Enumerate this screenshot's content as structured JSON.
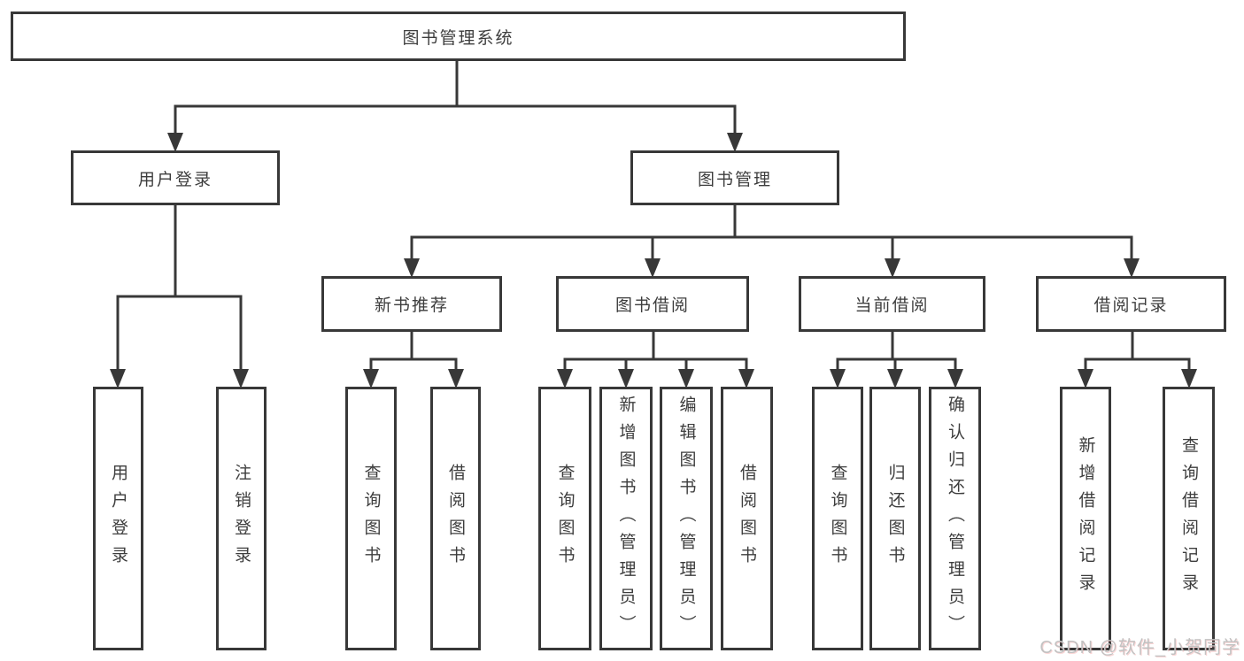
{
  "diagram": {
    "root": "图书管理系统",
    "level2": {
      "user_login": "用户登录",
      "book_mgmt": "图书管理"
    },
    "level3": {
      "new_books": "新书推荐",
      "borrowing": "图书借阅",
      "current": "当前借阅",
      "records": "借阅记录"
    },
    "leaves": {
      "user_login": "用户登录",
      "logout": "注销登录",
      "nb_query": "查询图书",
      "nb_borrow": "借阅图书",
      "bb_query": "查询图书",
      "bb_add": "新增图书（管理员）",
      "bb_edit": "编辑图书（管理员）",
      "bb_borrow": "借阅图书",
      "cb_query": "查询图书",
      "cb_return": "归还图书",
      "cb_confirm": "确认归还（管理员）",
      "rec_add": "新增借阅记录",
      "rec_query": "查询借阅记录"
    }
  },
  "watermark": "CSDN @软件_小贺同学",
  "colors": {
    "line": "#383838",
    "text": "#3d3d3d",
    "box_background": "#ffffff",
    "watermark": "#c2c2c2"
  }
}
